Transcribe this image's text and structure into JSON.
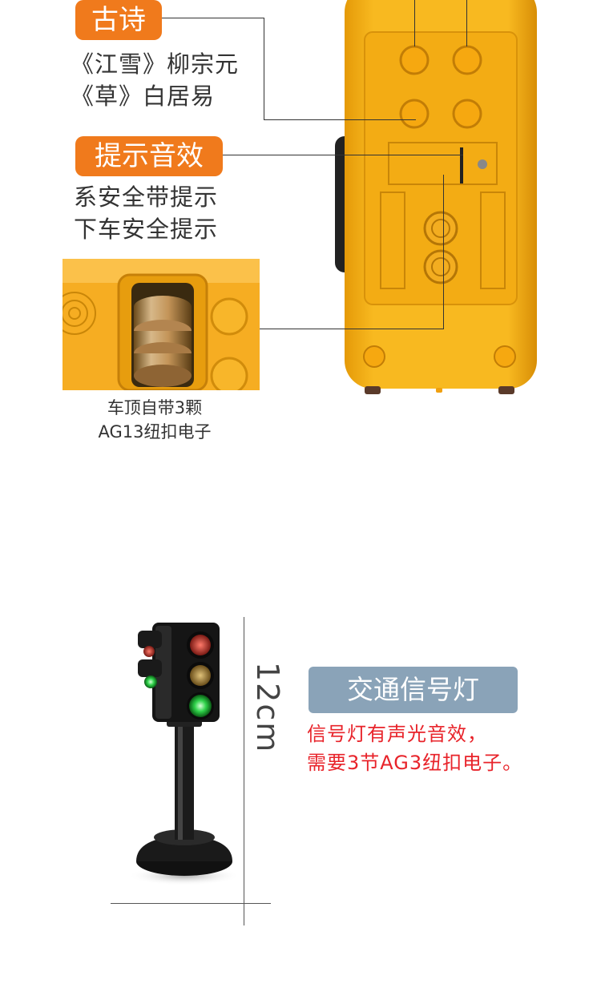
{
  "sections": {
    "poems": {
      "tag": "古诗",
      "lines": [
        "《江雪》柳宗元",
        "《草》白居易"
      ]
    },
    "sound": {
      "tag": "提示音效",
      "lines": [
        "系安全带提示",
        "下车安全提示"
      ]
    },
    "battery": {
      "caption_lines": [
        "车顶自带3颗",
        "AG13纽扣电子"
      ]
    }
  },
  "traffic_light": {
    "size_label": "12cm",
    "title": "交通信号灯",
    "notes": [
      "信号灯有声光音效，",
      "需要3节AG3纽扣电子。"
    ]
  },
  "colors": {
    "tag_orange": "#f07a1c",
    "bus_yellow": "#f5b31a",
    "title_blue": "#8aa3b8",
    "note_red": "#e8232a"
  }
}
